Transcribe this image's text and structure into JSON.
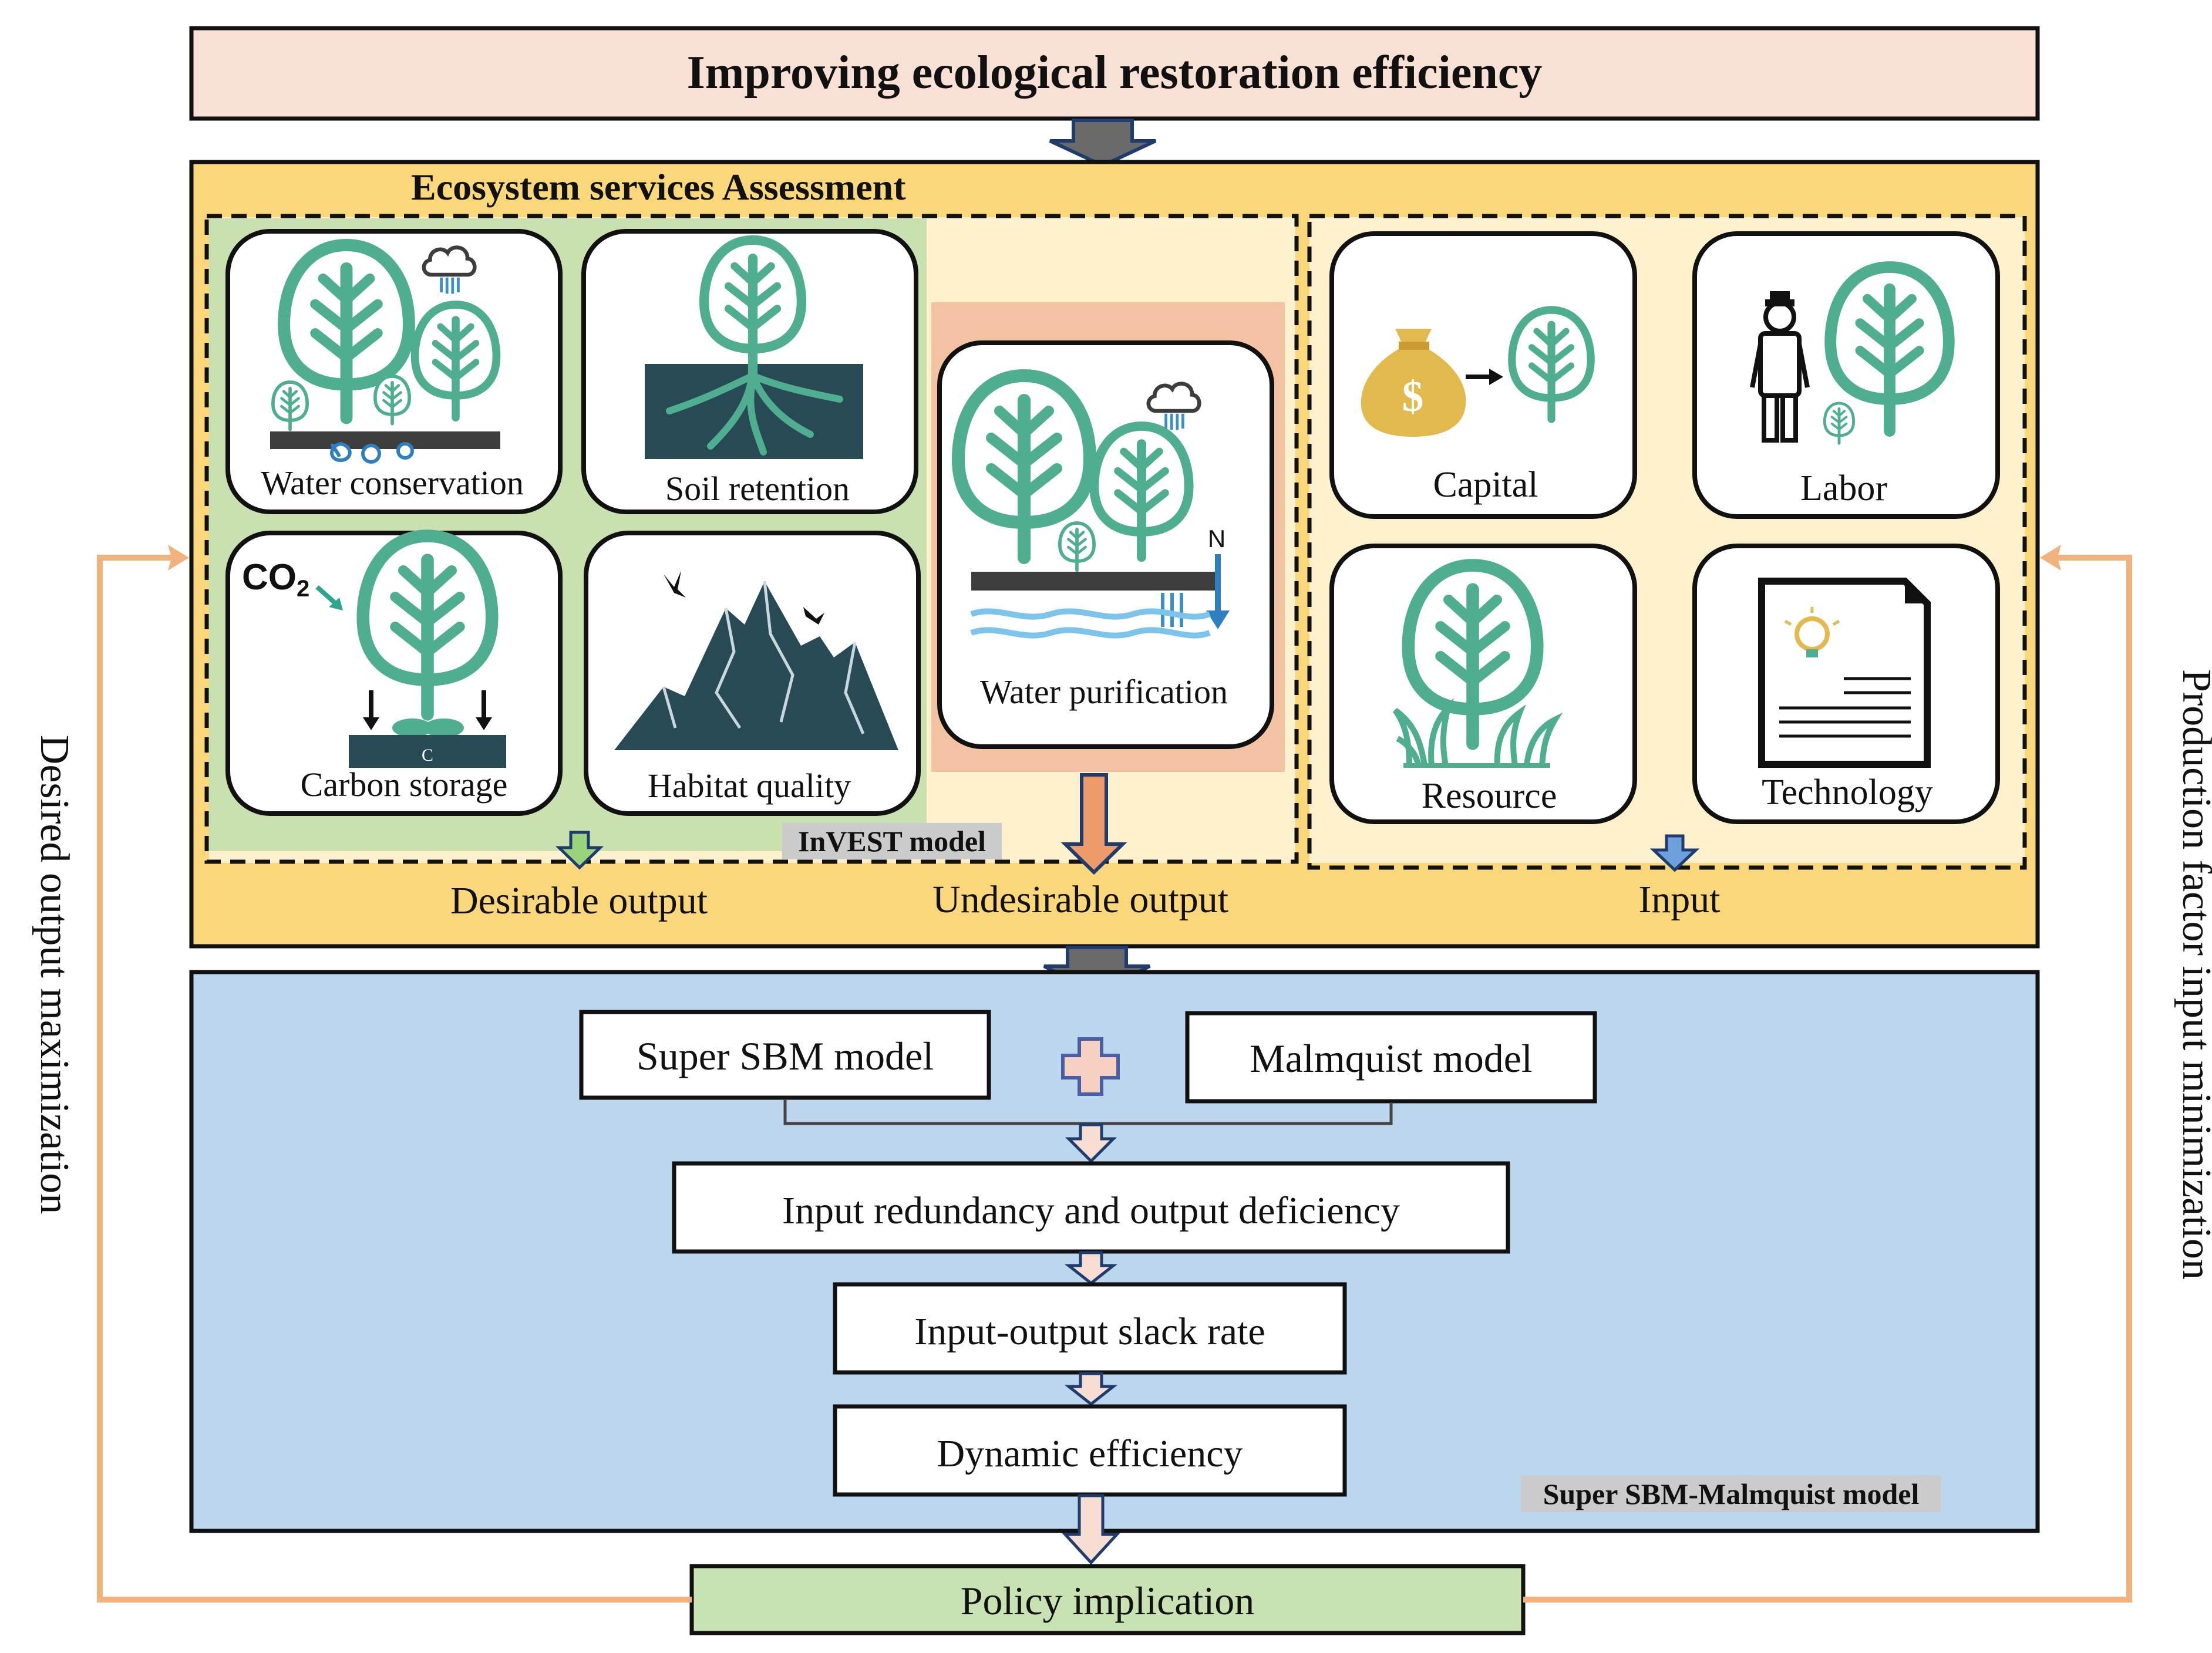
{
  "title": "Improving ecological restoration efficiency",
  "ecosystem_section": {
    "heading": "Ecosystem services Assessment",
    "invest_badge": "InVEST model",
    "desirable_services": [
      {
        "label": "Water conservation",
        "icon": "water-conservation-icon"
      },
      {
        "label": "Soil retention",
        "icon": "soil-retention-icon"
      },
      {
        "label": "Carbon storage",
        "icon": "carbon-storage-icon",
        "co2_label": "CO",
        "co2_sub": "2",
        "carbon_letter": "C"
      },
      {
        "label": "Habitat quality",
        "icon": "habitat-quality-icon"
      }
    ],
    "undesirable_service": {
      "label": "Water purification",
      "icon": "water-purification-icon",
      "nitrogen_label": "N"
    },
    "inputs": [
      {
        "label": "Capital",
        "icon": "capital-icon",
        "currency": "$"
      },
      {
        "label": "Labor",
        "icon": "labor-icon"
      },
      {
        "label": "Resource",
        "icon": "resource-icon"
      },
      {
        "label": "Technology",
        "icon": "technology-icon"
      }
    ],
    "output_labels": {
      "desirable": "Desirable output",
      "undesirable": "Undesirable output",
      "input": "Input"
    }
  },
  "model_section": {
    "super_sbm": "Super SBM model",
    "plus": "+",
    "malmquist": "Malmquist model",
    "steps": [
      "Input redundancy and output deficiency",
      "Input-output slack rate",
      "Dynamic efficiency"
    ],
    "badge": "Super SBM-Malmquist model"
  },
  "policy": "Policy implication",
  "side_labels": {
    "left": "Desired output maximization",
    "right": "Production factor input minimization"
  },
  "colors": {
    "title_fill": "#f8e0d4",
    "outer_yellow": "#f9d77a",
    "light_yellow": "#fdf0cc",
    "green_panel": "#c9e0b0",
    "salmon_panel": "#f2c2a3",
    "blue_panel": "#bcd6ee",
    "policy_fill": "#c9e2b3",
    "tree_green": "#4fae8f",
    "dark_teal": "#274a55",
    "side_arrow": "#f1b27e",
    "gray_arrow": "#6a6a6a"
  }
}
